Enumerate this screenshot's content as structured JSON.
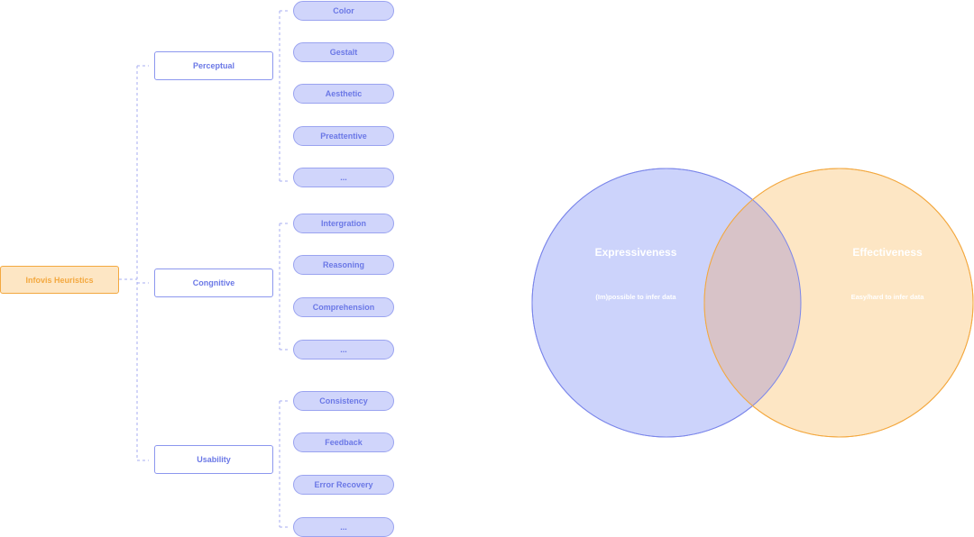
{
  "tree": {
    "root_label": "Infovis Heuristics",
    "categories": [
      {
        "label": "Perceptual",
        "items": [
          "Color",
          "Gestalt",
          "Aesthetic",
          "Preattentive",
          "..."
        ]
      },
      {
        "label": "Congnitive",
        "items": [
          "Intergration",
          "Reasoning",
          "Comprehension",
          "..."
        ]
      },
      {
        "label": "Usability",
        "items": [
          "Consistency",
          "Feedback",
          "Error Recovery",
          "..."
        ]
      }
    ]
  },
  "venn": {
    "left": {
      "title": "Expressiveness",
      "subtitle": "(Im)possible to infer data"
    },
    "right": {
      "title": "Effectiveness",
      "subtitle": "Easy/hard to infer data"
    }
  },
  "colors": {
    "accent_blue": "#6b78e6",
    "leaf_fill": "#d0d5fb",
    "root_orange": "#f3a83f",
    "root_fill": "#fde6c4",
    "venn_left_fill": "#ccd3fb",
    "venn_right_fill": "#fde6c4",
    "venn_overlap": "#d8c3c8"
  }
}
